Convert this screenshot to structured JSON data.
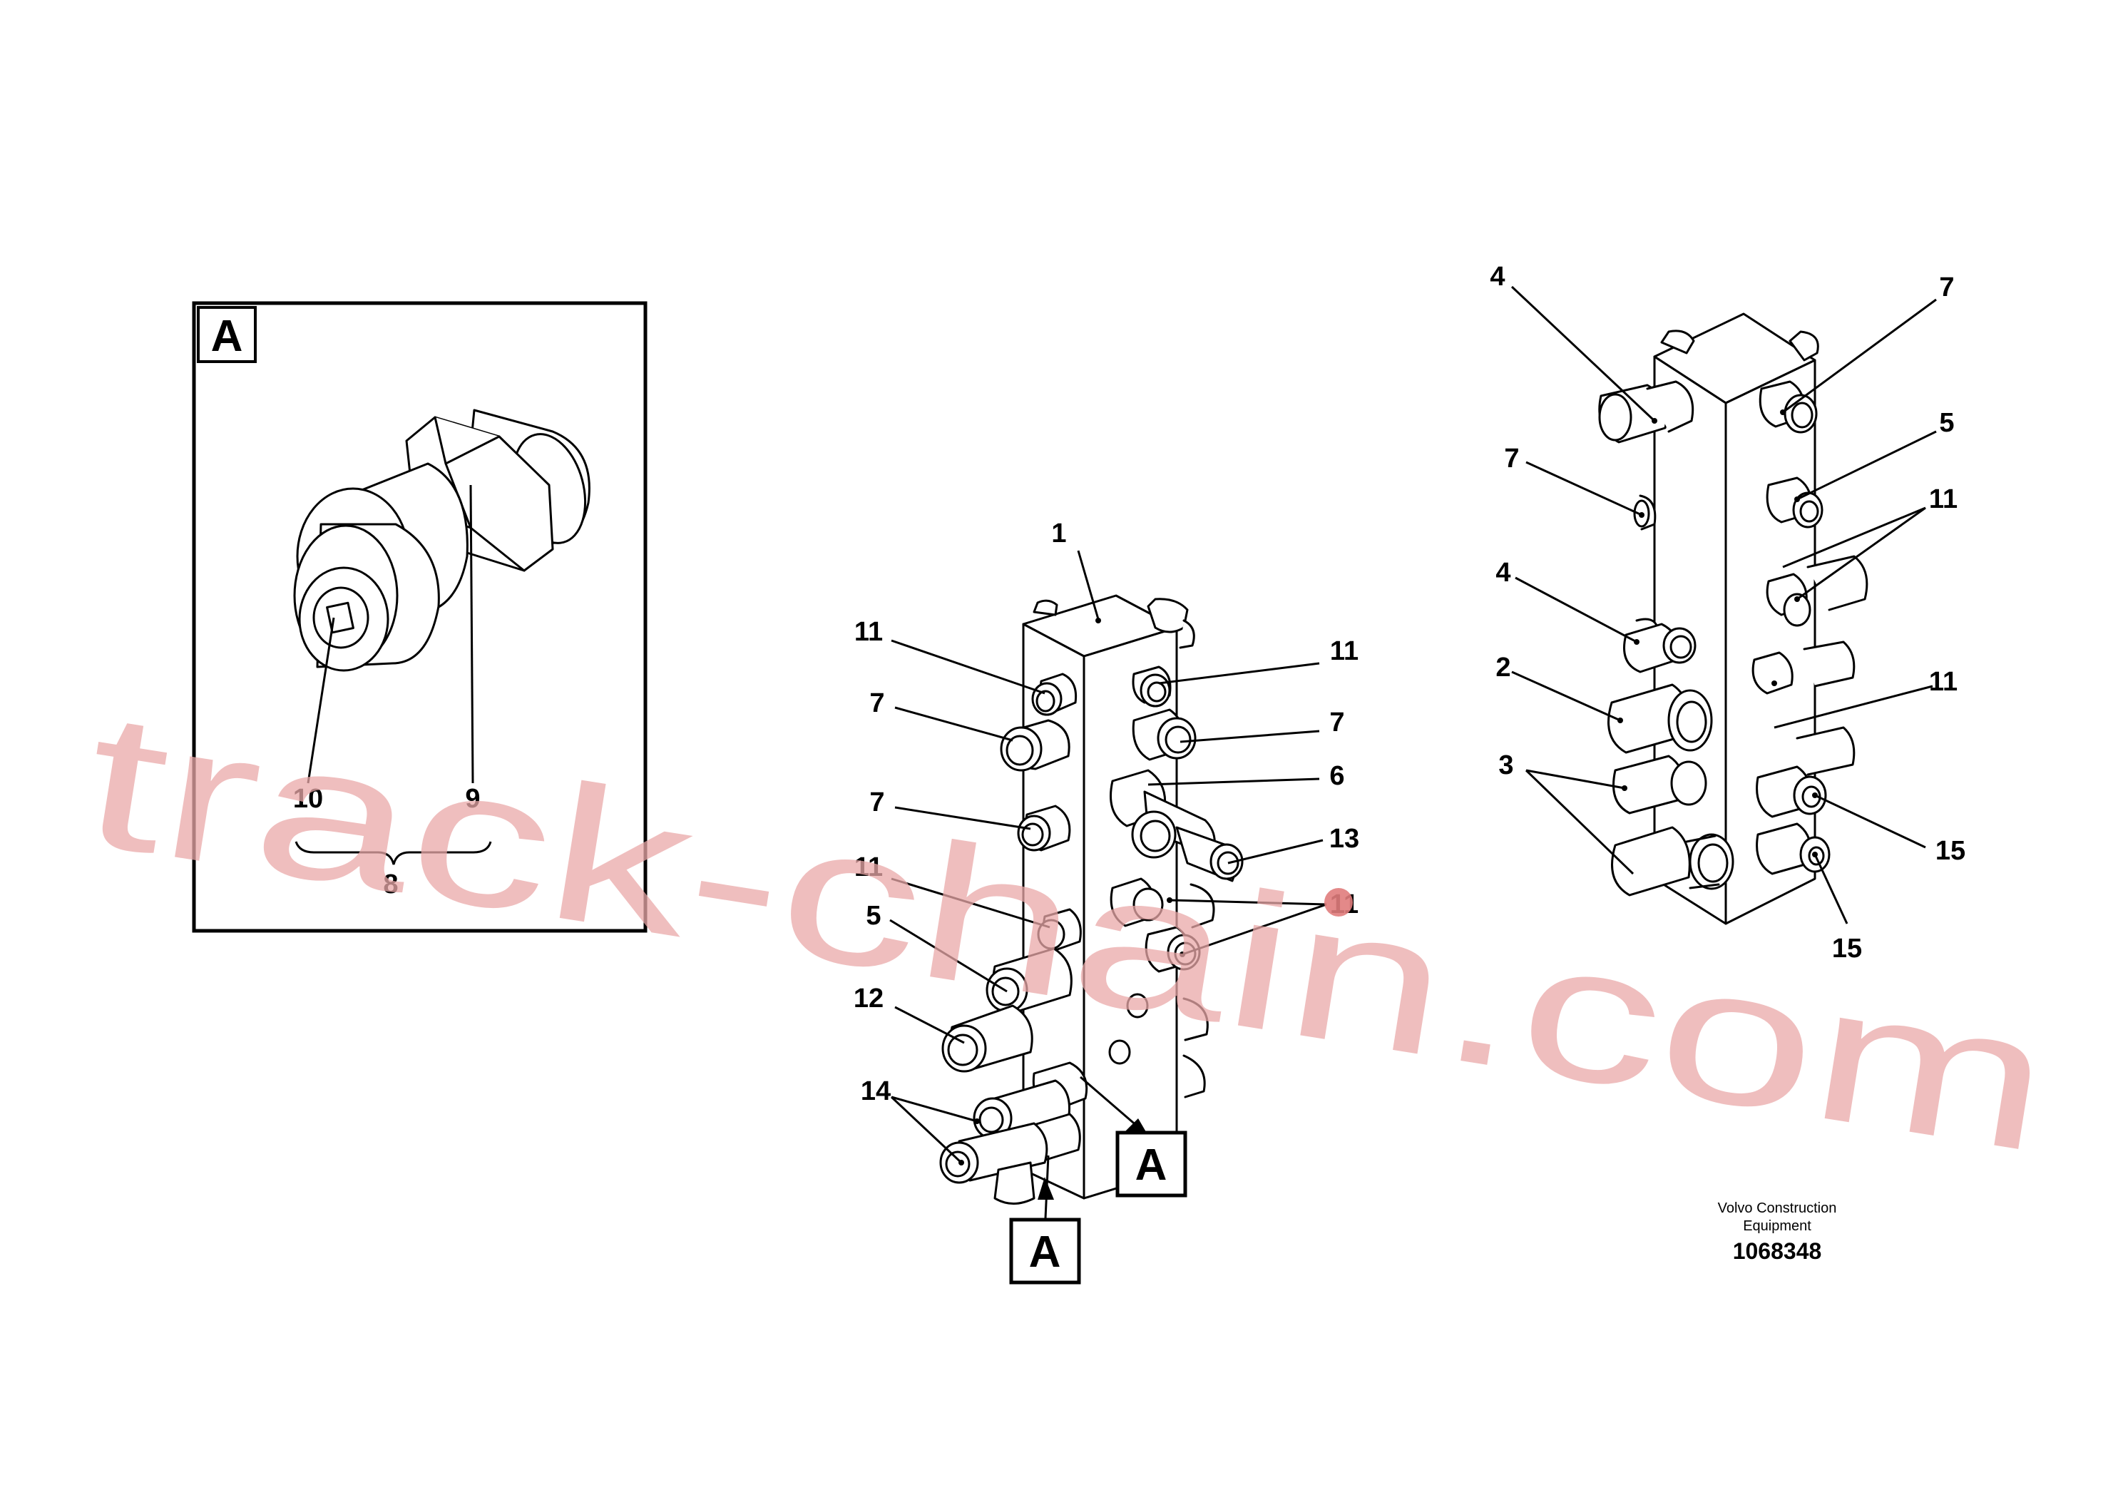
{
  "detail_box": {
    "label": "A",
    "callouts": {
      "c10": "10",
      "c9": "9",
      "c8": "8"
    }
  },
  "center_view": {
    "callouts": {
      "c1": "1",
      "c11a": "11",
      "c7a": "7",
      "c7b": "7",
      "c11b": "11",
      "c5": "5",
      "c12": "12",
      "c14": "14",
      "c11r1": "11",
      "c7r": "7",
      "c6": "6",
      "c13": "13",
      "c11r2": "11"
    },
    "ref_labels": {
      "a1": "A",
      "a2": "A"
    }
  },
  "right_view": {
    "callouts": {
      "c4a": "4",
      "c7a": "7",
      "c7b": "7",
      "c5": "5",
      "c11a": "11",
      "c4b": "4",
      "c2": "2",
      "c11b": "11",
      "c3": "3",
      "c15a": "15",
      "c15b": "15"
    }
  },
  "footer": {
    "company_line1": "Volvo Construction",
    "company_line2": "Equipment",
    "doc_number": "1068348"
  },
  "watermark": {
    "text": "track-chain.com",
    "color": "#e9a8a8"
  }
}
